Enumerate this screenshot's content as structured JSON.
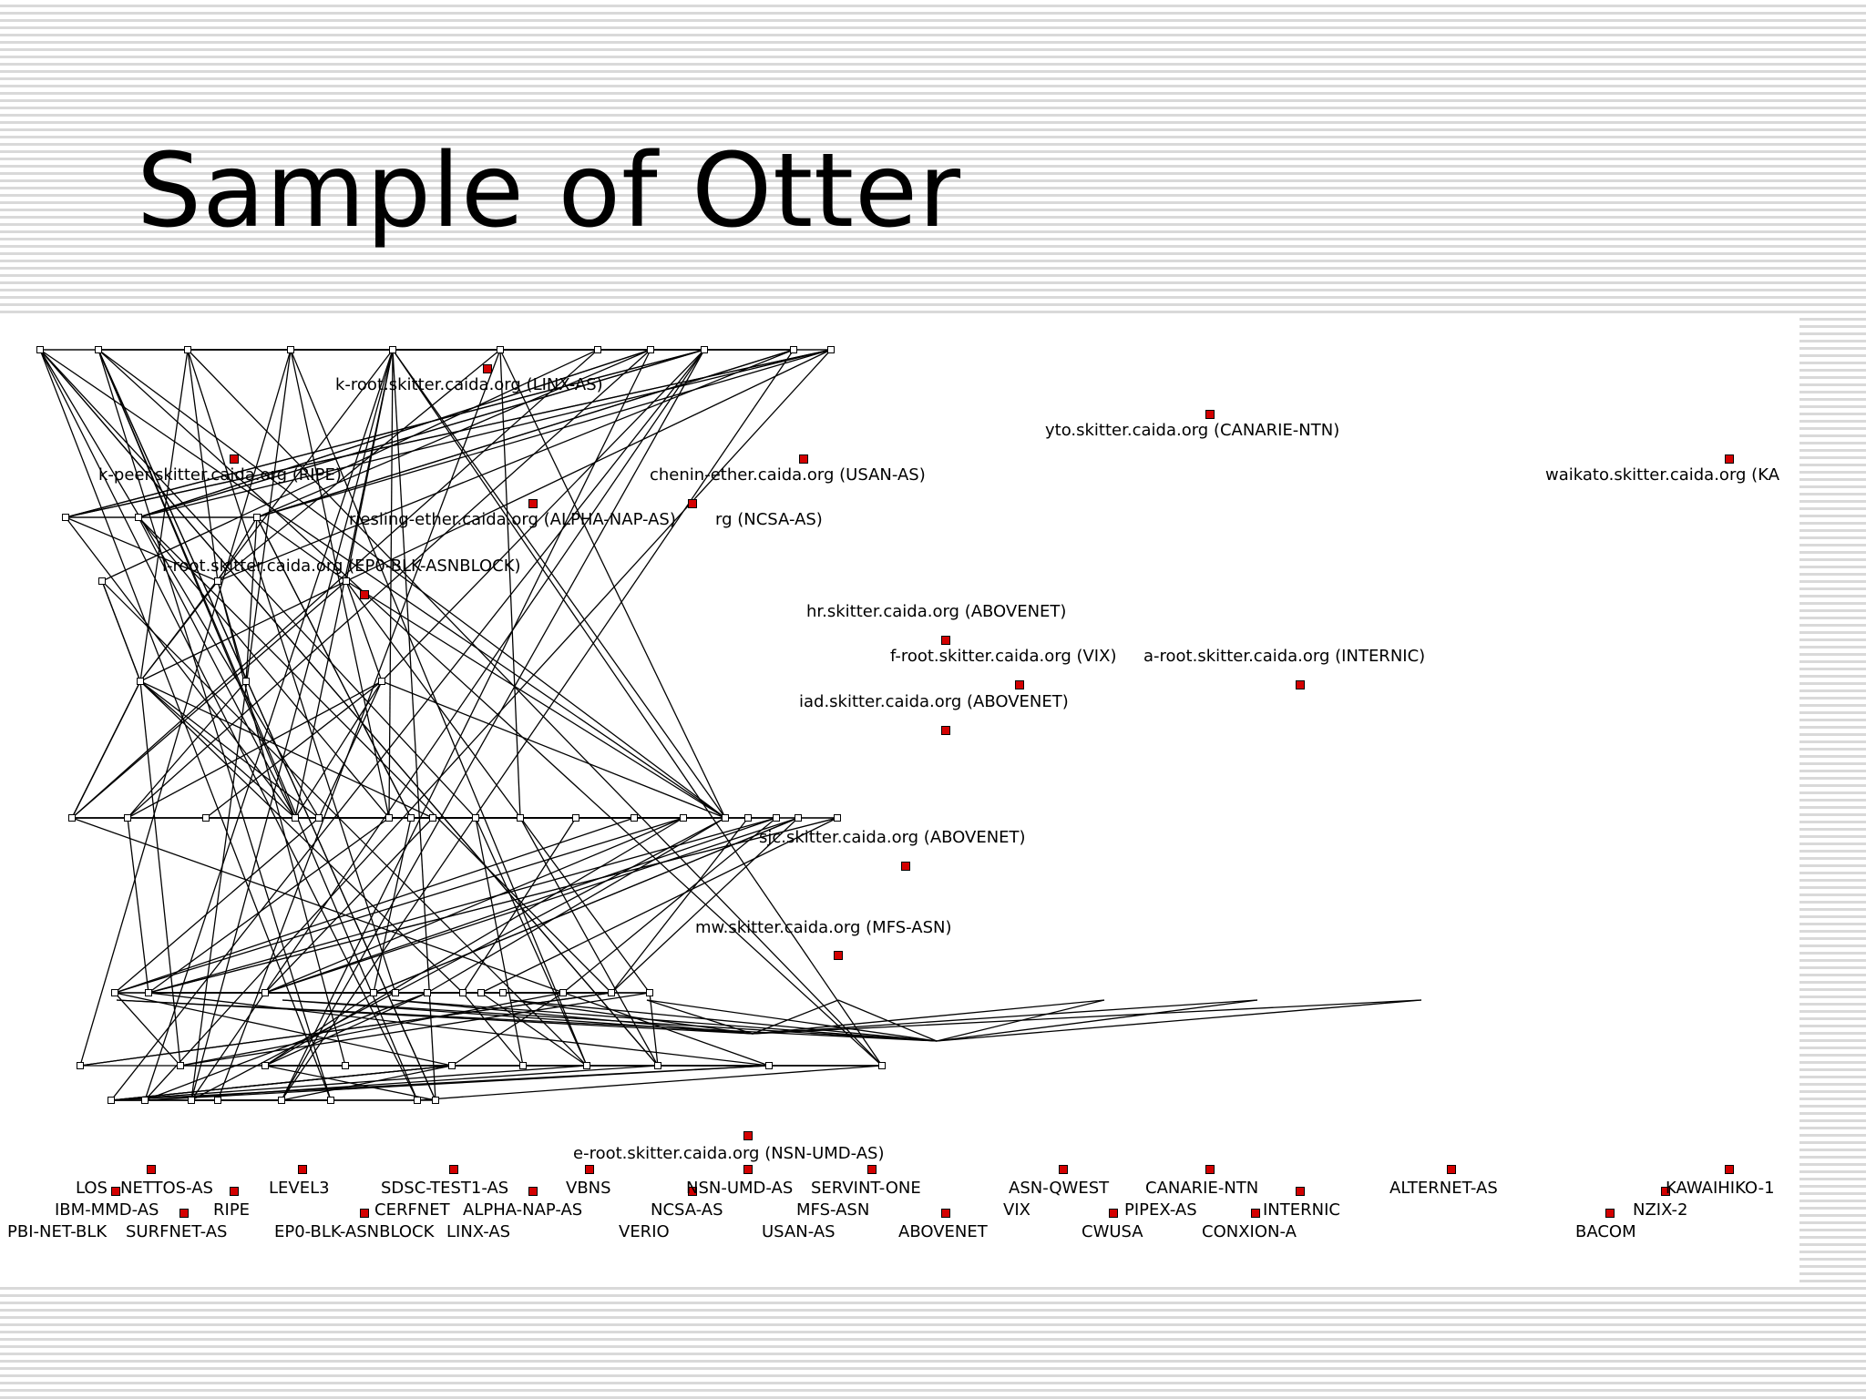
{
  "slide": {
    "title": "Sample of Otter"
  },
  "graph": {
    "monitors": [
      {
        "id": "kroot",
        "label": "k-root.skitter.caida.org (LINX-AS)"
      },
      {
        "id": "yto",
        "label": "yto.skitter.caida.org (CANARIE-NTN)"
      },
      {
        "id": "kpeer",
        "label": "k-peer.skitter.caida.org (RIPE)"
      },
      {
        "id": "chenin",
        "label": "chenin-ether.caida.org (USAN-AS)"
      },
      {
        "id": "waikato",
        "label": "waikato.skitter.caida.org (KA"
      },
      {
        "id": "riesling",
        "label": "riesling-ether.caida.org (ALPHA-NAP-AS)"
      },
      {
        "id": "ncsa",
        "label": "rg (NCSA-AS)"
      },
      {
        "id": "lroot",
        "label": "l-root.skitter.caida.org (EP0-BLK-ASNBLOCK)"
      },
      {
        "id": "hr",
        "label": "hr.skitter.caida.org (ABOVENET)"
      },
      {
        "id": "froot",
        "label": "f-root.skitter.caida.org (VIX)"
      },
      {
        "id": "aroot",
        "label": "a-root.skitter.caida.org (INTERNIC)"
      },
      {
        "id": "iad",
        "label": "iad.skitter.caida.org (ABOVENET)"
      },
      {
        "id": "sjc",
        "label": "sjc.skitter.caida.org (ABOVENET)"
      },
      {
        "id": "mw",
        "label": "mw.skitter.caida.org (MFS-ASN)"
      },
      {
        "id": "eroot",
        "label": "e-root.skitter.caida.org (NSN-UMD-AS)"
      }
    ],
    "legend": [
      "LOS",
      "NETTOS-AS",
      "LEVEL3",
      "SDSC-TEST1-AS",
      "VBNS",
      "NSN-UMD-AS",
      "SERVINT-ONE",
      "ASN-QWEST",
      "CANARIE-NTN",
      "ALTERNET-AS",
      "KAWAIHIKO-1",
      "IBM-MMD-AS",
      "RIPE",
      "CERFNET",
      "ALPHA-NAP-AS",
      "NCSA-AS",
      "MFS-ASN",
      "VIX",
      "PIPEX-AS",
      "INTERNIC",
      "NZIX-2",
      "PBI-NET-BLK",
      "SURFNET-AS",
      "EP0-BLK-ASNBLOCK",
      "LINX-AS",
      "VERIO",
      "USAN-AS",
      "ABOVENET",
      "CWUSA",
      "CONXION-A",
      "BACOM"
    ]
  }
}
